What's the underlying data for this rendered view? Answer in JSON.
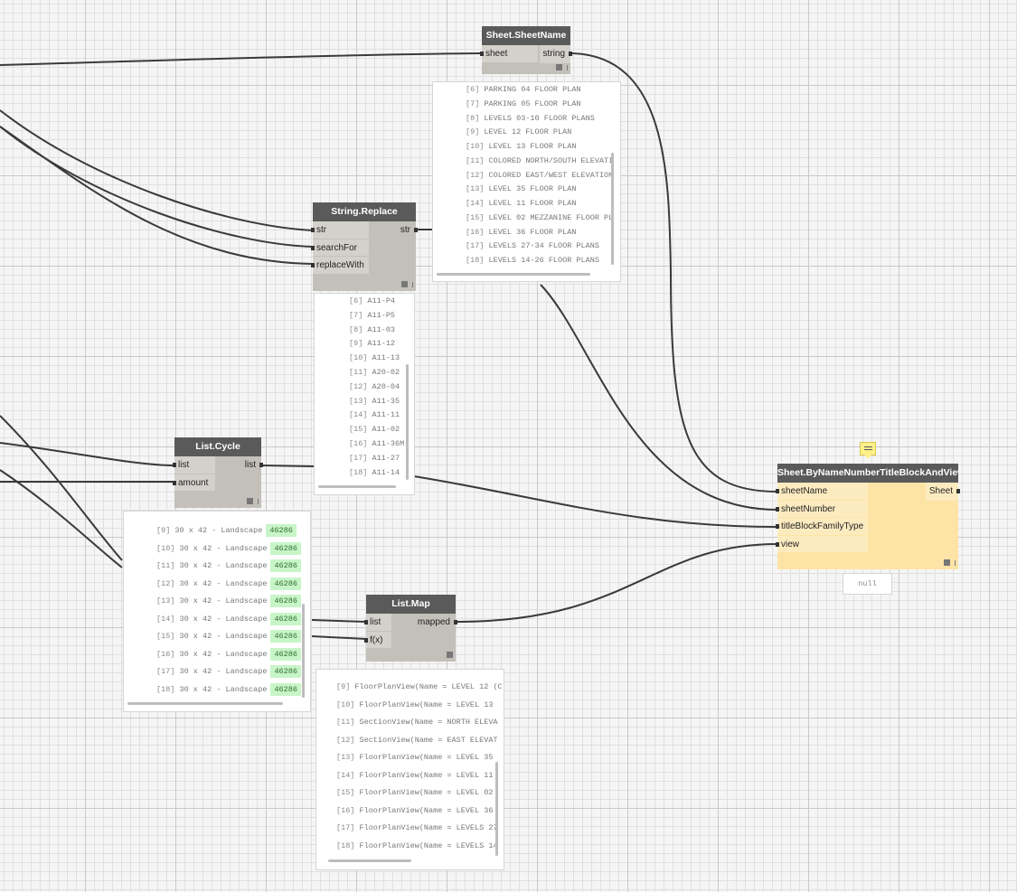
{
  "nodes": {
    "sheet_name": {
      "title": "Sheet.SheetName",
      "inputs": [
        "sheet"
      ],
      "output": "string",
      "preview": [
        {
          "idx": "[6]",
          "text": "PARKING 04 FLOOR PLAN"
        },
        {
          "idx": "[7]",
          "text": "PARKING 05 FLOOR PLAN"
        },
        {
          "idx": "[8]",
          "text": "LEVELS 03-10 FLOOR PLANS"
        },
        {
          "idx": "[9]",
          "text": "LEVEL 12 FLOOR PLAN"
        },
        {
          "idx": "[10]",
          "text": "LEVEL 13 FLOOR PLAN"
        },
        {
          "idx": "[11]",
          "text": "COLORED NORTH/SOUTH ELEVATI"
        },
        {
          "idx": "[12]",
          "text": "COLORED EAST/WEST ELEVATION"
        },
        {
          "idx": "[13]",
          "text": "LEVEL 35 FLOOR PLAN"
        },
        {
          "idx": "[14]",
          "text": "LEVEL 11 FLOOR PLAN"
        },
        {
          "idx": "[15]",
          "text": "LEVEL 02 MEZZANINE FLOOR PL"
        },
        {
          "idx": "[16]",
          "text": "LEVEL 36 FLOOR PLAN"
        },
        {
          "idx": "[17]",
          "text": "LEVELS 27-34 FLOOR PLANS"
        },
        {
          "idx": "[18]",
          "text": "LEVELS 14-26 FLOOR PLANS"
        }
      ]
    },
    "string_replace": {
      "title": "String.Replace",
      "inputs": [
        "str",
        "searchFor",
        "replaceWith"
      ],
      "output": "str",
      "preview": [
        {
          "idx": "[6]",
          "text": "A11-P4"
        },
        {
          "idx": "[7]",
          "text": "A11-P5"
        },
        {
          "idx": "[8]",
          "text": "A11-03"
        },
        {
          "idx": "[9]",
          "text": "A11-12"
        },
        {
          "idx": "[10]",
          "text": "A11-13"
        },
        {
          "idx": "[11]",
          "text": "A20-02"
        },
        {
          "idx": "[12]",
          "text": "A20-04"
        },
        {
          "idx": "[13]",
          "text": "A11-35"
        },
        {
          "idx": "[14]",
          "text": "A11-11"
        },
        {
          "idx": "[15]",
          "text": "A11-02"
        },
        {
          "idx": "[16]",
          "text": "A11-36M"
        },
        {
          "idx": "[17]",
          "text": "A11-27"
        },
        {
          "idx": "[18]",
          "text": "A11-14"
        }
      ]
    },
    "list_cycle": {
      "title": "List.Cycle",
      "inputs": [
        "list",
        "amount"
      ],
      "output": "list",
      "preview": [
        {
          "idx": "[9]",
          "text": "30 x 42 - Landscape",
          "badge": "46286"
        },
        {
          "idx": "[10]",
          "text": "30 x 42 - Landscape",
          "badge": "46286"
        },
        {
          "idx": "[11]",
          "text": "30 x 42 - Landscape",
          "badge": "46286"
        },
        {
          "idx": "[12]",
          "text": "30 x 42 - Landscape",
          "badge": "46286"
        },
        {
          "idx": "[13]",
          "text": "30 x 42 - Landscape",
          "badge": "46286"
        },
        {
          "idx": "[14]",
          "text": "30 x 42 - Landscape",
          "badge": "46286"
        },
        {
          "idx": "[15]",
          "text": "30 x 42 - Landscape",
          "badge": "46286"
        },
        {
          "idx": "[16]",
          "text": "30 x 42 - Landscape",
          "badge": "46286"
        },
        {
          "idx": "[17]",
          "text": "30 x 42 - Landscape",
          "badge": "46286"
        },
        {
          "idx": "[18]",
          "text": "30 x 42 - Landscape",
          "badge": "46286"
        }
      ]
    },
    "list_map": {
      "title": "List.Map",
      "inputs": [
        "list",
        "f(x)"
      ],
      "output": "mapped",
      "preview": [
        {
          "idx": "[9]",
          "text": "FloorPlanView(Name = LEVEL 12 (C"
        },
        {
          "idx": "[10]",
          "text": "FloorPlanView(Name = LEVEL 13"
        },
        {
          "idx": "[11]",
          "text": "SectionView(Name = NORTH ELEVA"
        },
        {
          "idx": "[12]",
          "text": "SectionView(Name = EAST ELEVAT"
        },
        {
          "idx": "[13]",
          "text": "FloorPlanView(Name = LEVEL 35"
        },
        {
          "idx": "[14]",
          "text": "FloorPlanView(Name = LEVEL 11"
        },
        {
          "idx": "[15]",
          "text": "FloorPlanView(Name = LEVEL 02"
        },
        {
          "idx": "[16]",
          "text": "FloorPlanView(Name = LEVEL 36"
        },
        {
          "idx": "[17]",
          "text": "FloorPlanView(Name = LEVELS 27"
        },
        {
          "idx": "[18]",
          "text": "FloorPlanView(Name = LEVELS 14"
        }
      ]
    },
    "sheet_by_name": {
      "title": "Sheet.ByNameNumberTitleBlockAndView",
      "inputs": [
        "sheetName",
        "sheetNumber",
        "titleBlockFamilyType",
        "view"
      ],
      "output": "Sheet",
      "preview_value": "null"
    }
  },
  "colors": {
    "canvas": "#f5f5f5",
    "node_header": "#5a5a5a",
    "node_body": "#c3c0ba",
    "selected_node_body": "#fde4a6",
    "badge": "#c8f5c8"
  },
  "icons": [
    "comment-icon"
  ]
}
